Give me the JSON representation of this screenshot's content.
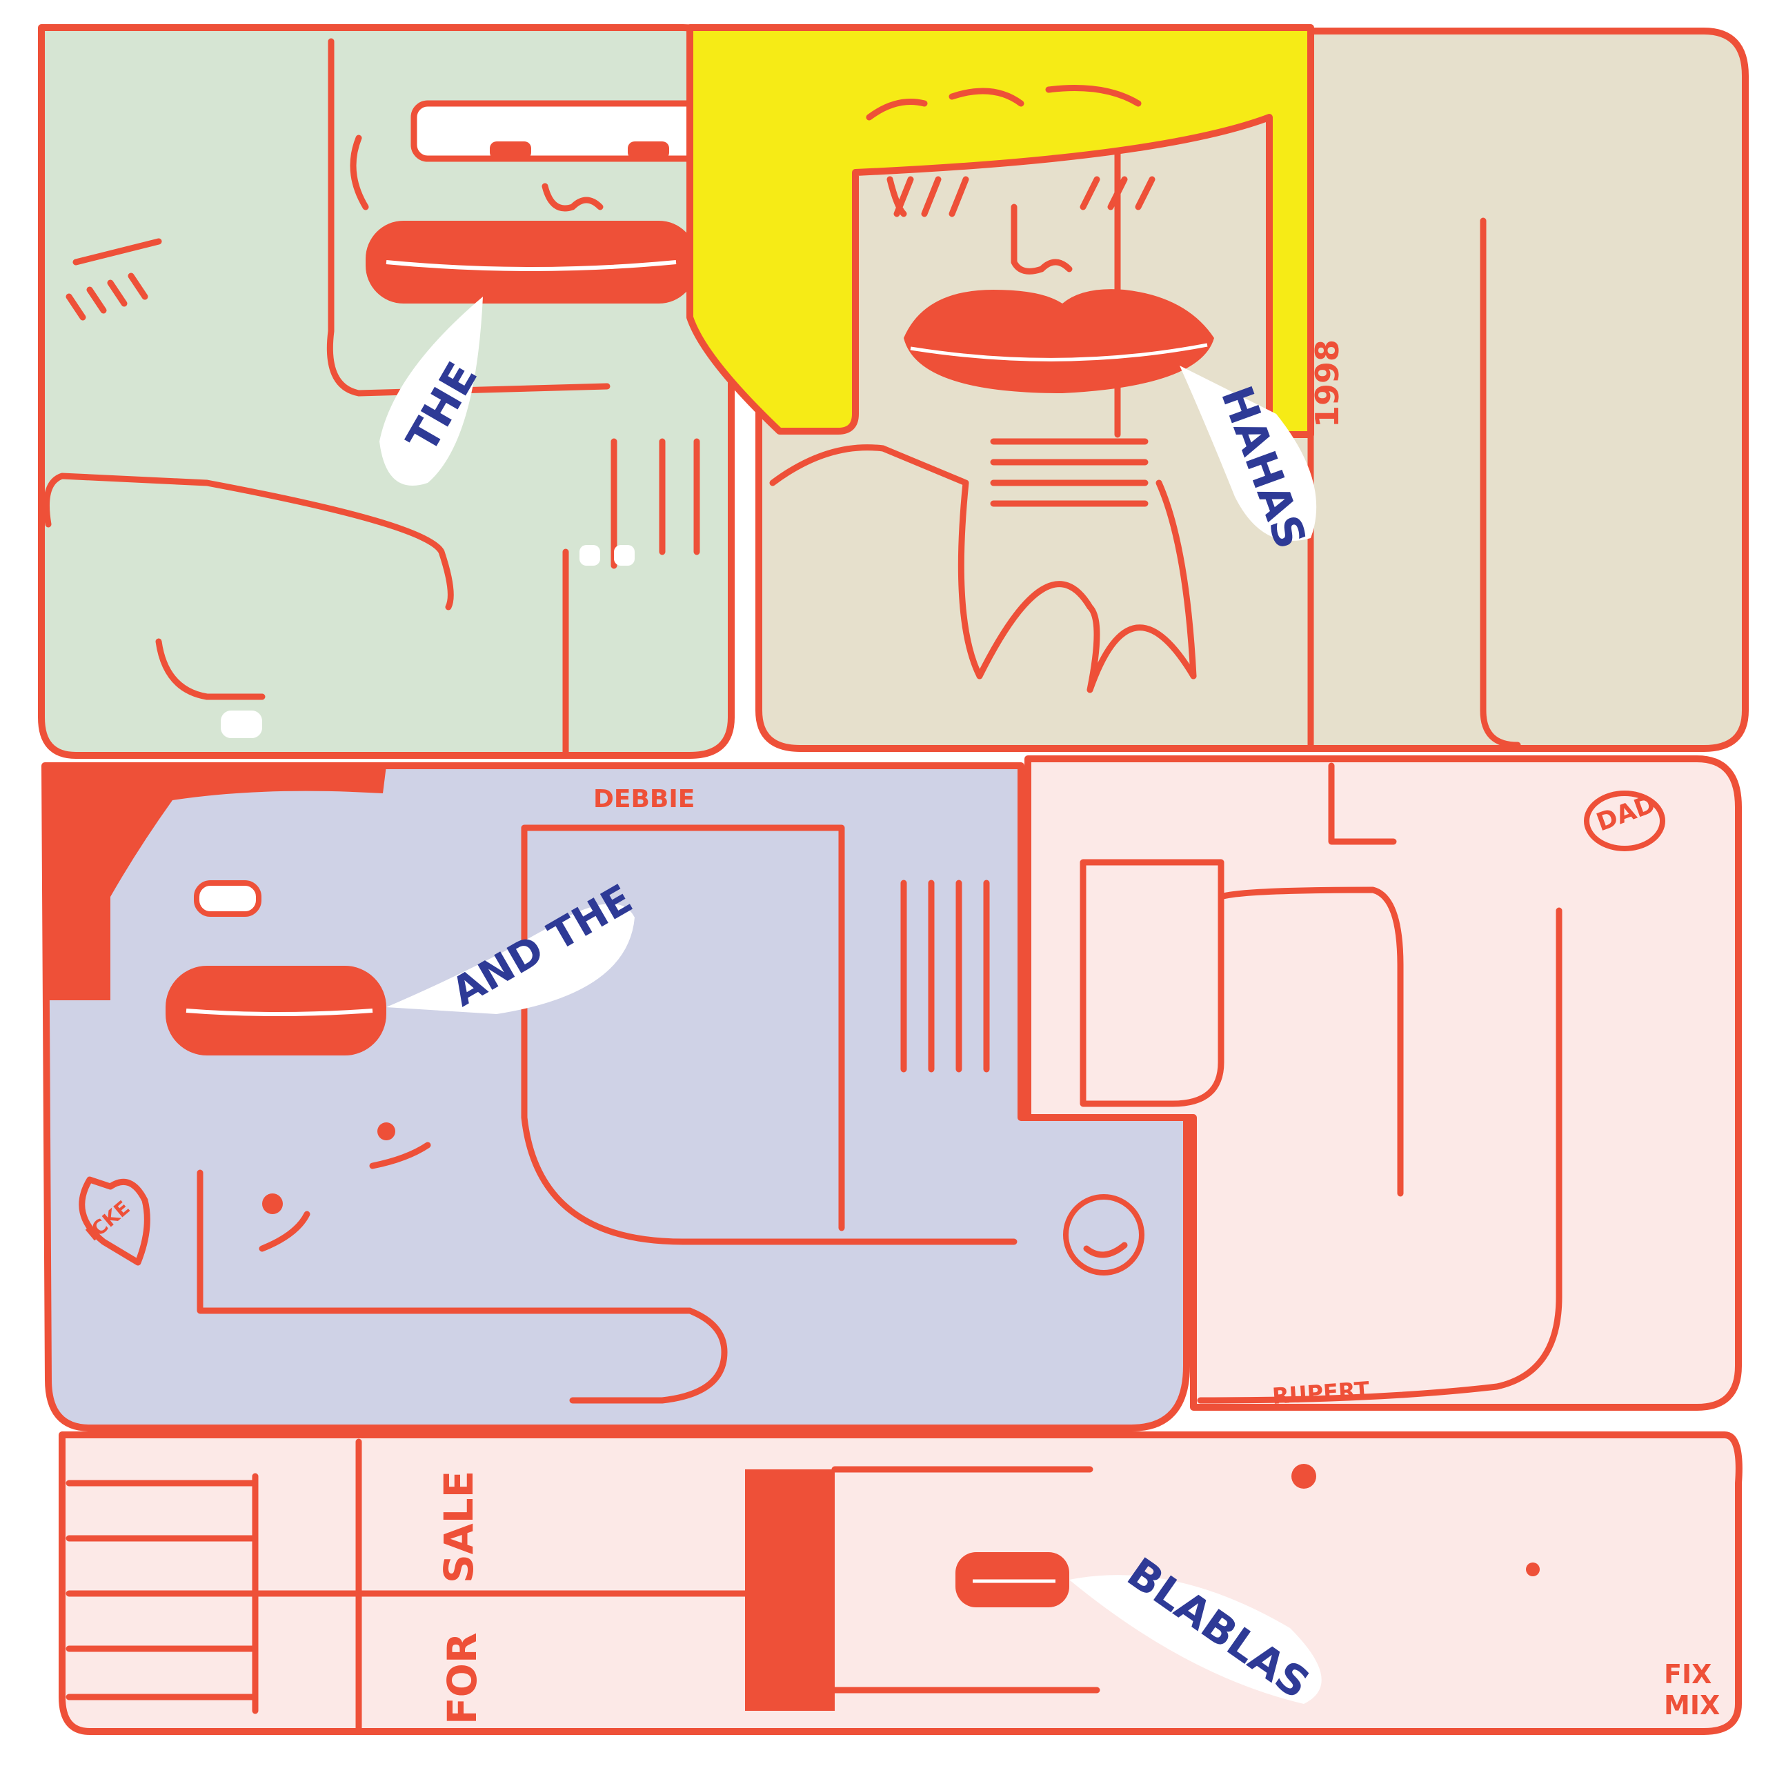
{
  "colors": {
    "line": "#ee5038",
    "green": "#d6e5d3",
    "yellow": "#f6eb16",
    "beige": "#e6e0cc",
    "lavender": "#cfd2e6",
    "pink": "#fce9e7",
    "speech_text": "#2e3a96"
  },
  "speech": {
    "the": "THE",
    "hahas": "HAHAS",
    "and_the": "AND THE",
    "blablas": "BLABLAS"
  },
  "tattoos": {
    "year": "1998",
    "debbie": "DEBBIE",
    "dad": "DAD",
    "icke": "ICKE",
    "rupert": "RUPERT",
    "sale": "SALE",
    "for": "FOR"
  },
  "signature": {
    "line1": "FIX",
    "line2": "MIX"
  }
}
